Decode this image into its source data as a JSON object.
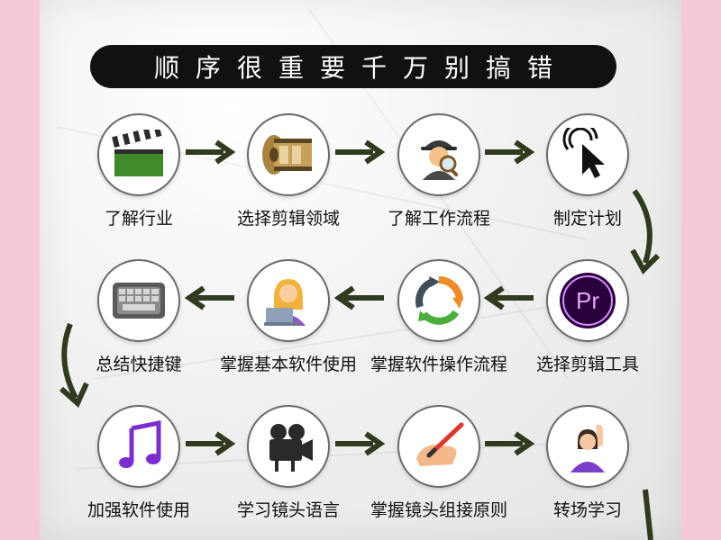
{
  "banner": {
    "title": "顺序很重要千万别搞错"
  },
  "rows": [
    {
      "steps": [
        {
          "label": "了解行业",
          "icon": "clapperboard-icon"
        },
        {
          "label": "选择剪辑领域",
          "icon": "film-reel-icon"
        },
        {
          "label": "了解工作流程",
          "icon": "detective-icon"
        },
        {
          "label": "制定计划",
          "icon": "pointer-click-icon"
        }
      ]
    },
    {
      "steps": [
        {
          "label": "总结快捷键",
          "icon": "keyboard-icon"
        },
        {
          "label": "掌握基本软件使用",
          "icon": "woman-laptop-icon"
        },
        {
          "label": "掌握软件操作流程",
          "icon": "cycle-arrows-icon"
        },
        {
          "label": "选择剪辑工具",
          "icon": "premiere-pro-icon"
        }
      ]
    },
    {
      "steps": [
        {
          "label": "加强软件使用",
          "icon": "music-note-icon"
        },
        {
          "label": "学习镜头语言",
          "icon": "movie-camera-icon"
        },
        {
          "label": "掌握镜头组接原则",
          "icon": "writing-hand-icon"
        },
        {
          "label": "转场学习",
          "icon": "raising-hand-icon"
        }
      ]
    }
  ],
  "premiere": {
    "logo_text": "Pr"
  },
  "colors": {
    "arrow": "#2f3a1e",
    "banner_bg": "#111111",
    "background": "#f6c9d6",
    "premiere": "#2a003a"
  }
}
